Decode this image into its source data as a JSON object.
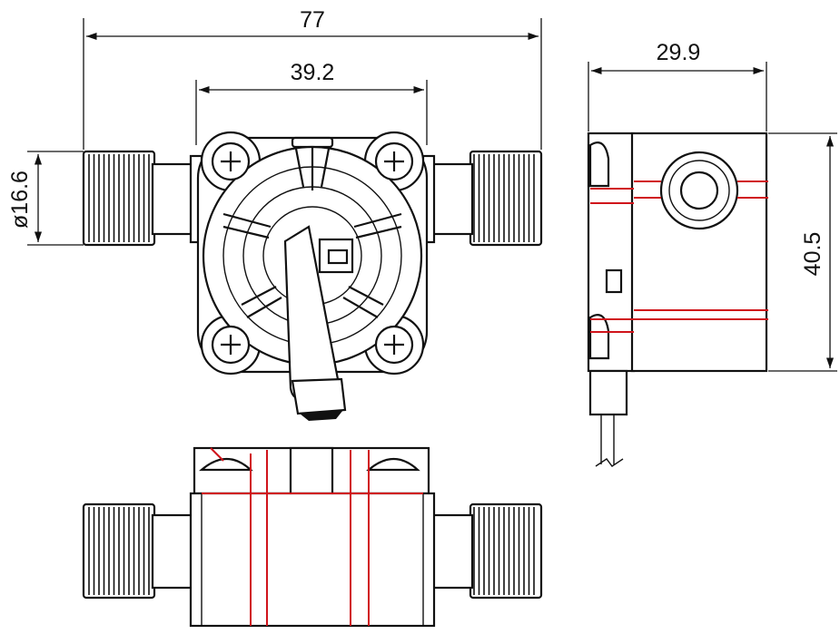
{
  "dimensions": {
    "overall_length": "77",
    "body_width": "39.2",
    "thread_diameter": "ø16.6",
    "side_depth": "29.9",
    "side_height": "40.5"
  },
  "colors": {
    "line": "#111111",
    "highlight": "#d0141b",
    "background": "#ffffff"
  },
  "icons": [
    "screw-cross-icon"
  ]
}
